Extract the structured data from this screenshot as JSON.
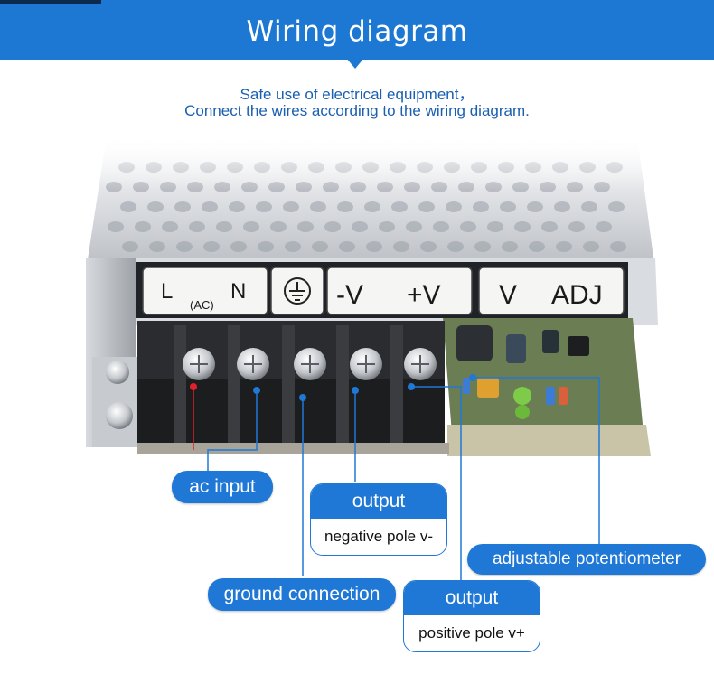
{
  "header": {
    "title": "Wiring diagram"
  },
  "subtitle": {
    "line1": "Safe use of electrical equipment，",
    "line2": "Connect the wires according to the wiring diagram."
  },
  "terminals": {
    "ac_L": "L",
    "ac_sub": "(AC)",
    "ac_N": "N",
    "neg": "-V",
    "pos": "+V",
    "v": "V",
    "adj": "ADJ"
  },
  "callouts": {
    "ac_input": "ac input",
    "output_neg_title": "output",
    "output_neg_desc": "negative pole v-",
    "adjustable": "adjustable potentiometer",
    "ground": "ground connection",
    "output_pos_title": "output",
    "output_pos_desc": "positive pole v+"
  },
  "colors": {
    "accent_blue": "#1d78d3",
    "marker_red": "#e0202a",
    "callout_line": "#1f78d6"
  }
}
